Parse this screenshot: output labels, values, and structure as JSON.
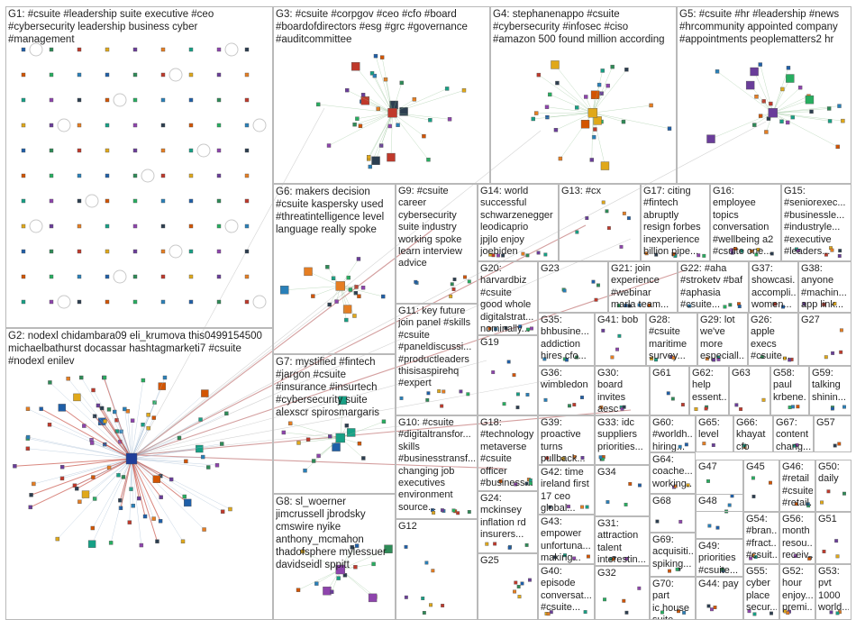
{
  "title": "",
  "palette": {
    "border": "#b9b9b9",
    "text": "#222222",
    "edge": "#b0b0b0",
    "edge_strong": "#c0392b",
    "node_colors": [
      "#1f5fa8",
      "#2e8b57",
      "#c0392b",
      "#e0a81a",
      "#6a3d9a",
      "#e67e22",
      "#16a085",
      "#8e44ad",
      "#2c3e50",
      "#d35400",
      "#27ae60",
      "#2980b9"
    ]
  },
  "groups": [
    {
      "id": "G1",
      "label": "G1: #csuite #leadership suite executive #ceo\n#cybersecurity leadership business cyber\n#management",
      "layout": "grid"
    },
    {
      "id": "G2",
      "label": "G2: nodexl chidambara09 eli_krumova this0499154500\nmichaelbathurst docassar hashtagmarketi7 #csuite\n#nodexl enilev",
      "layout": "hub"
    },
    {
      "id": "G3",
      "label": "G3: #csuite #corpgov #ceo #cfo #board\n#boardofdirectors #esg #grc #governance\n#auditcommittee",
      "layout": "cluster"
    },
    {
      "id": "G4",
      "label": "G4: stephanenappo #csuite\n#cybersecurity #infosec #ciso\n#amazon 500 found million according",
      "layout": "cluster"
    },
    {
      "id": "G5",
      "label": "G5: #csuite #hr #leadership #news\n#hrcommunity appointed company\n#appointments peoplematters2 hr",
      "layout": "cluster"
    },
    {
      "id": "G6",
      "label": "G6: makers decision\n#csuite kaspersky used\n#threatintelligence level\nlanguage really spoke",
      "layout": "cluster"
    },
    {
      "id": "G7",
      "label": "G7: mystified #fintech\n#jargon #csuite\n#insurance #insurtech\n#cybersecurity suite\nalexscr spirosmargaris",
      "layout": "cluster"
    },
    {
      "id": "G8",
      "label": "G8: sl_woerner\njimcrussell jbrodsky\ncmswire nyike\nanthony_mcmahon\nthadofsphere mylessuer\ndavidseidl sppitt",
      "layout": "cluster"
    },
    {
      "id": "G9",
      "label": "G9: #csuite\ncareer\ncybersecurity\nsuite industry\nworking spoke\nlearn interview\nadvice",
      "layout": "scatter"
    },
    {
      "id": "G10",
      "label": "G10: #csuite\n#digitaltransfor...\nskills\n#businesstransf...\nchanging job\nexecutives\nenvironment\nsource...",
      "layout": "scatter"
    },
    {
      "id": "G11",
      "label": "G11: key future\njoin panel #skills\n#csuite\n#paneldiscussi...\n#productleaders\nthisisaspirehq\n#expert",
      "layout": "scatter"
    },
    {
      "id": "G12",
      "label": "G12",
      "layout": "scatter"
    },
    {
      "id": "G13",
      "label": "G13: #cx",
      "layout": "scatter"
    },
    {
      "id": "G14",
      "label": "G14: world\nsuccessful\nschwarzenegger\nleodicaprio\njpjlo enjoy\njoebiden",
      "layout": "scatter"
    },
    {
      "id": "G15",
      "label": "G15: #seniorexec...\n#businessle...\n#industryle...\n#executive\n#leaders...",
      "layout": "scatter"
    },
    {
      "id": "G16",
      "label": "G16: employee\ntopics\nconversation\n#wellbeing a2\n#csuite one...",
      "layout": "scatter"
    },
    {
      "id": "G17",
      "label": "G17: citing\n#fintech\nabruptly\nresign forbes\ninexperience\nbillion pipe...",
      "layout": "scatter"
    },
    {
      "id": "G18",
      "label": "G18: #technology\nmetaverse\n#csuite\nofficer\n#business...",
      "layout": "scatter"
    },
    {
      "id": "G19",
      "label": "G19",
      "layout": "scatter"
    },
    {
      "id": "G20",
      "label": "G20:\nharvardbiz\n#csuite\ngood whole\ndigitalstrat...\nnominally...",
      "layout": "scatter"
    },
    {
      "id": "G21",
      "label": "G21: join\nexperience\n#webinar\nmarla team...",
      "layout": "scatter"
    },
    {
      "id": "G22",
      "label": "G22: #aha\n#stroketv #baf\n#aphasia\n#csuite...",
      "layout": "scatter"
    },
    {
      "id": "G23",
      "label": "G23",
      "layout": "scatter"
    },
    {
      "id": "G24",
      "label": "G24:\nmckinsey\ninflation rd\ninsurers...",
      "layout": "scatter"
    },
    {
      "id": "G25",
      "label": "G25",
      "layout": "scatter"
    },
    {
      "id": "G26",
      "label": "G26:\napple\nexecs\n#csuite...",
      "layout": "scatter"
    },
    {
      "id": "G27",
      "label": "G27",
      "layout": "scatter"
    },
    {
      "id": "G28",
      "label": "G28:\n#csuite\nmaritime\nsurvey...",
      "layout": "scatter"
    },
    {
      "id": "G29",
      "label": "G29: lot\nwe've\nmore\nespeciall...",
      "layout": "scatter"
    },
    {
      "id": "G30",
      "label": "G30: board\ninvites\naesc\ncollaborat...",
      "layout": "scatter"
    },
    {
      "id": "G31",
      "label": "G31:\nattraction\ntalent\ninterestin...",
      "layout": "scatter"
    },
    {
      "id": "G32",
      "label": "G32",
      "layout": "scatter"
    },
    {
      "id": "G33",
      "label": "G33: idc\nsuppliers\npriorities...",
      "layout": "scatter"
    },
    {
      "id": "G34",
      "label": "G34",
      "layout": "scatter"
    },
    {
      "id": "G35",
      "label": "G35:\nbhbusine...\naddiction\nhires cfo...",
      "layout": "scatter"
    },
    {
      "id": "G36",
      "label": "G36:\nwimbledon",
      "layout": "scatter"
    },
    {
      "id": "G37",
      "label": "G37:\nshowcasi...\naccompli...\nwomen...",
      "layout": "scatter"
    },
    {
      "id": "G38",
      "label": "G38:\nanyone\n#machin...\napp link...",
      "layout": "scatter"
    },
    {
      "id": "G39",
      "label": "G39:\nproactive\nturns\npullback...",
      "layout": "scatter"
    },
    {
      "id": "G40",
      "label": "G40:\nepisode\nconversat...\n#csuite...",
      "layout": "scatter"
    },
    {
      "id": "G41",
      "label": "G41: bob",
      "layout": "scatter"
    },
    {
      "id": "G42",
      "label": "G42: time\nireland first\n17 ceo\nglobal...",
      "layout": "scatter"
    },
    {
      "id": "G43",
      "label": "G43:\nempower\nunfortuna...\nmaking...",
      "layout": "scatter"
    },
    {
      "id": "G44",
      "label": "G44: pay",
      "layout": "scatter"
    },
    {
      "id": "G45",
      "label": "G45",
      "layout": "scatter"
    },
    {
      "id": "G46",
      "label": "G46:\n#retail\n#csuite\n#retail...",
      "layout": "scatter"
    },
    {
      "id": "G47",
      "label": "G47",
      "layout": "scatter"
    },
    {
      "id": "G48",
      "label": "G48",
      "layout": "scatter"
    },
    {
      "id": "G49",
      "label": "G49:\npriorities\n#csuite...",
      "layout": "scatter"
    },
    {
      "id": "G50",
      "label": "G50:\ndaily",
      "layout": "scatter"
    },
    {
      "id": "G51",
      "label": "G51",
      "layout": "scatter"
    },
    {
      "id": "G52",
      "label": "G52:\nhour\nenjoy...\npremi...",
      "layout": "scatter"
    },
    {
      "id": "G53",
      "label": "G53:\npvt\n1000\nworld...",
      "layout": "scatter"
    },
    {
      "id": "G54",
      "label": "G54:\n#bran...\n#fract...\n#csuit...",
      "layout": "scatter"
    },
    {
      "id": "G55",
      "label": "G55:\ncyber\nplace\nsecur...",
      "layout": "scatter"
    },
    {
      "id": "G56",
      "label": "G56:\nmonth\nresou...\nreceiv...",
      "layout": "scatter"
    },
    {
      "id": "G57",
      "label": "G57",
      "layout": "scatter"
    },
    {
      "id": "G58",
      "label": "G58:\npaul\nkrbene...",
      "layout": "scatter"
    },
    {
      "id": "G59",
      "label": "G59:\ntalking\nshinin...",
      "layout": "scatter"
    },
    {
      "id": "G60",
      "label": "G60:\n#worldh...\nhiring...",
      "layout": "scatter"
    },
    {
      "id": "G61",
      "label": "G61",
      "layout": "scatter"
    },
    {
      "id": "G62",
      "label": "G62:\nhelp\nessent...",
      "layout": "scatter"
    },
    {
      "id": "G63",
      "label": "G63",
      "layout": "scatter"
    },
    {
      "id": "G64",
      "label": "G64:\ncoache...\nworking...",
      "layout": "scatter"
    },
    {
      "id": "G65",
      "label": "G65:\nlevel",
      "layout": "scatter"
    },
    {
      "id": "G66",
      "label": "G66:\nkhayat\ncfo",
      "layout": "scatter"
    },
    {
      "id": "G67",
      "label": "G67:\ncontent\nchang...",
      "layout": "scatter"
    },
    {
      "id": "G68",
      "label": "G68",
      "layout": "scatter"
    },
    {
      "id": "G69",
      "label": "G69:\nacquisiti...\nspiking...",
      "layout": "scatter"
    },
    {
      "id": "G70",
      "label": "G70: part\nic house\nsuite...",
      "layout": "scatter"
    }
  ]
}
